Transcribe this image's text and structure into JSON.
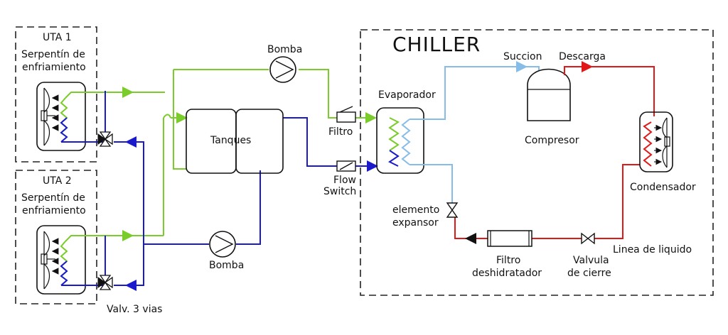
{
  "colors": {
    "green": "#7acc2a",
    "blue": "#1a1acc",
    "light_blue": "#86bde8",
    "red": "#e01818",
    "black": "#111111"
  },
  "labels": {
    "uta1_title": "UTA 1",
    "uta1_line1": "Serpentín de",
    "uta1_line2": "enfriamiento",
    "uta2_title": "UTA 2",
    "uta2_line1": "Serpentín de",
    "uta2_line2": "enfriamiento",
    "valve3": "Valv. 3 vias",
    "bomba_top": "Bomba",
    "bomba_bottom": "Bomba",
    "tanques": "Tanques",
    "filtro": "Filtro",
    "flow1": "Flow",
    "flow2": "Switch",
    "chiller": "CHILLER",
    "evaporador": "Evaporador",
    "succion": "Succion",
    "descarga": "Descarga",
    "compresor": "Compresor",
    "condensador": "Condensador",
    "elemento1": "elemento",
    "elemento2": "expansor",
    "filtro_desh1": "Filtro",
    "filtro_desh2": "deshidratador",
    "valvula1": "Valvula",
    "valvula2": "de cierre",
    "linea": "Linea de liquido"
  }
}
